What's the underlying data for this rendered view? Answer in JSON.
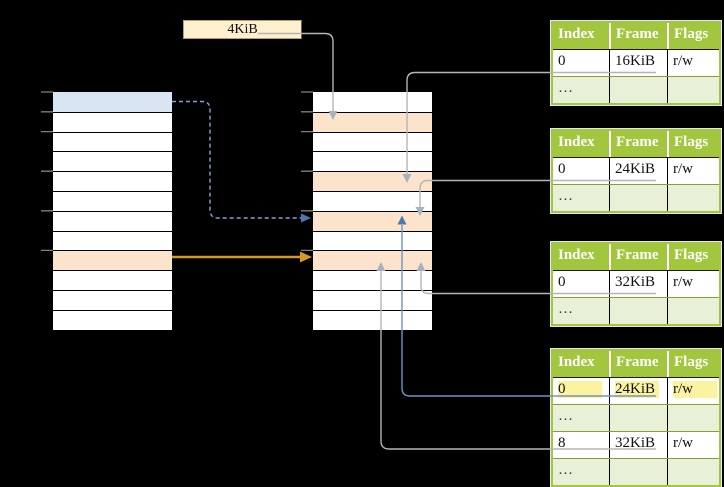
{
  "size_label": {
    "text": "4KiB"
  },
  "virtual_memory_column": {
    "rows": [
      "blue",
      "white",
      "white",
      "white",
      "white",
      "white",
      "white",
      "white",
      "peach",
      "white",
      "white",
      "white"
    ]
  },
  "physical_memory_column": {
    "rows": [
      "white",
      "peach",
      "white",
      "white",
      "peach",
      "white",
      "peach",
      "white",
      "peach",
      "white",
      "white",
      "white"
    ]
  },
  "page_tables": [
    {
      "headers": [
        "Index",
        "Frame",
        "Flags"
      ],
      "rows": [
        {
          "cells": [
            "0",
            "16KiB",
            "r/w"
          ]
        },
        {
          "cells": [
            "…",
            "",
            ""
          ],
          "ellipsis": true
        }
      ]
    },
    {
      "headers": [
        "Index",
        "Frame",
        "Flags"
      ],
      "rows": [
        {
          "cells": [
            "0",
            "24KiB",
            "r/w"
          ]
        },
        {
          "cells": [
            "…",
            "",
            ""
          ],
          "ellipsis": true
        }
      ]
    },
    {
      "headers": [
        "Index",
        "Frame",
        "Flags"
      ],
      "rows": [
        {
          "cells": [
            "0",
            "32KiB",
            "r/w"
          ]
        },
        {
          "cells": [
            "…",
            "",
            ""
          ],
          "ellipsis": true
        }
      ]
    },
    {
      "headers": [
        "Index",
        "Frame",
        "Flags"
      ],
      "rows": [
        {
          "cells": [
            "0",
            "24KiB",
            "r/w"
          ],
          "highlight": true
        },
        {
          "cells": [
            "…",
            "",
            ""
          ],
          "ellipsis": true
        },
        {
          "cells": [
            "8",
            "32KiB",
            "r/w"
          ]
        },
        {
          "cells": [
            "…",
            "",
            ""
          ],
          "ellipsis": true
        }
      ]
    }
  ],
  "colors": {
    "table_header_green": "#a2c63d",
    "table_row_alt_green": "#e9f0d8",
    "highlight_yellow": "#fbf3a0",
    "virtual_page_blue": "#d9e5f3",
    "frame_peach": "#fbe4cb",
    "label_cream": "#fdf0cf",
    "arrow_gray": "#b5b5b5",
    "arrow_blue": "#6f94c6",
    "arrow_orange": "#d5991f",
    "tick_gray": "#7f7f7f"
  }
}
